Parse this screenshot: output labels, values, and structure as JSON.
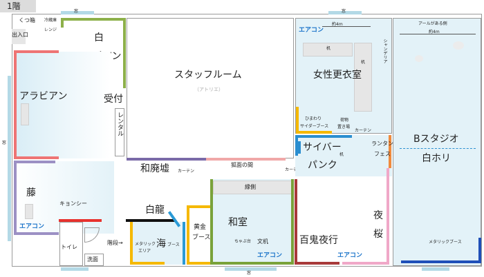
{
  "floor": {
    "label": "1階"
  },
  "windows": {
    "label": "窓"
  },
  "aircon": {
    "label": "エアコン"
  },
  "curtain": {
    "label": "カーテン"
  },
  "entrance": {
    "shoe_box": "くつ箱",
    "fridge": "冷蔵庫",
    "microwave": "レンジ",
    "door": "出入口"
  },
  "rooms": {
    "white_arabian_1": "白",
    "white_arabian_2": "アラビアン",
    "arabian": "アラビアン",
    "reception": "受付",
    "rental": "レンタル",
    "staff_room": "スタッフルーム",
    "atelier": "（アトリエ）",
    "womens_dressing": "女性更衣室",
    "chandelier": "シャンデリア",
    "width_4m": "約4m",
    "desk": "机",
    "himawari": "ひまわり",
    "cider_booth": "サイダーブース",
    "luggage": "荷物",
    "luggage_place": "置き場",
    "b_studio": "Bスタジオ",
    "shirohori": "白ホリ",
    "arch_side": "アールがある側",
    "metallic_booth": "メタリックブース",
    "ruined_house": "和廃墟",
    "kitsunemen": "狐面の間",
    "cyberpunk_1": "サイバー",
    "cyberpunk_2": "パンク",
    "lantern_1": "ランタン",
    "lantern_2": "フェス",
    "wisteria": "藤",
    "kyonshi": "キョンシー",
    "hakuryu": "白龍",
    "engawa": "縁側",
    "washitsu": "和室",
    "chabudai": "ちゃぶ台",
    "bunzukue": "文机",
    "golden_1": "黄金",
    "golden_2": "ブース",
    "sea": "海",
    "sea_booth": "ブース",
    "metallic_area_1": "メタリック",
    "metallic_area_2": "エリア",
    "hyakki": "百鬼夜行",
    "yozakura_1": "夜",
    "yozakura_2": "桜",
    "stairs": "階段→",
    "toilet": "トイレ",
    "washroom": "洗面"
  },
  "colors": {
    "arabian": "#ee7474",
    "white_arabian": "#8db04a",
    "wisteria": "#9c90c4",
    "ruined_house": "#7a6aa8",
    "red": "#e8322e",
    "black": "#111111",
    "sea": "#2a9ad6",
    "golden": "#f5b800",
    "engawa": "#7aa23a",
    "hyakki": "#a83a3a",
    "yozakura": "#f0a8c8",
    "cyber": "#2a8ed0",
    "lantern": "#f08a3c",
    "metallic": "#1f4fb8",
    "window": "#b3d9e6",
    "room_fill": "#e3f2f8"
  }
}
